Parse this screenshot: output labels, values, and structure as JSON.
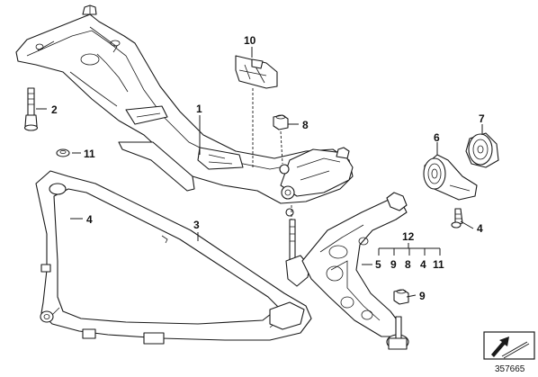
{
  "callouts": {
    "c1": "1",
    "c2": "2",
    "c3": "3",
    "c4a": "4",
    "c4b": "4",
    "c4c": "4",
    "c5": "5",
    "c6": "6",
    "c7": "7",
    "c8a": "8",
    "c8b": "8",
    "c9a": "9",
    "c9b": "9",
    "c10": "10",
    "c11a": "11",
    "c11b": "11",
    "c12": "12"
  },
  "footer": {
    "doc_number": "357665",
    "nav_icon": "arrow-icon"
  },
  "colors": {
    "line": "#1a1a1a",
    "background": "#ffffff"
  }
}
